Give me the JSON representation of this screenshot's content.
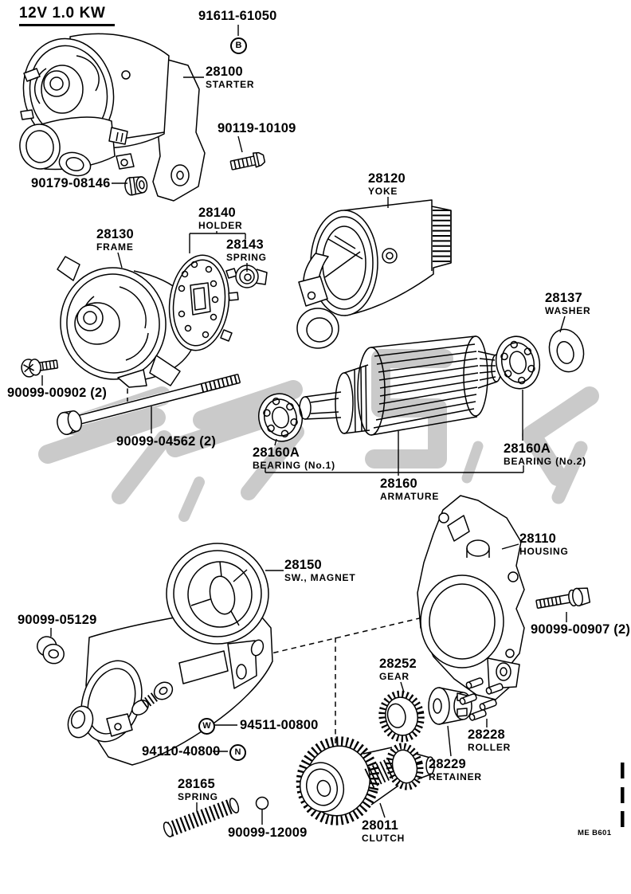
{
  "page": {
    "spec_title": "12V  1.0 KW",
    "sheet_code": "ME B601",
    "background": "#ffffff",
    "line_color": "#000000",
    "watermark_color": "#cacaca"
  },
  "parts": [
    {
      "part_no": "91611-61050",
      "symbol": "B"
    },
    {
      "part_no": "28100",
      "name": "STARTER"
    },
    {
      "part_no": "90119-10109"
    },
    {
      "part_no": "90179-08146"
    },
    {
      "part_no": "28130",
      "name": "FRAME"
    },
    {
      "part_no": "28140",
      "name": "HOLDER"
    },
    {
      "part_no": "28143",
      "name": "SPRING"
    },
    {
      "part_no": "28120",
      "name": "YOKE"
    },
    {
      "part_no": "28137",
      "name": "WASHER"
    },
    {
      "part_no": "90099-00902 (2)"
    },
    {
      "part_no": "90099-04562 (2)"
    },
    {
      "part_no": "28160A",
      "name": "BEARING (No.1)"
    },
    {
      "part_no": "28160A",
      "name": "BEARING (No.2)"
    },
    {
      "part_no": "28160",
      "name": "ARMATURE"
    },
    {
      "part_no": "28110",
      "name": "HOUSING"
    },
    {
      "part_no": "28150",
      "name": "SW., MAGNET"
    },
    {
      "part_no": "90099-05129"
    },
    {
      "part_no": "90099-00907 (2)"
    },
    {
      "part_no": "28252",
      "name": "GEAR"
    },
    {
      "part_no": "94511-00800",
      "symbol": "W"
    },
    {
      "part_no": "94110-40800",
      "symbol": "N"
    },
    {
      "part_no": "28228",
      "name": "ROLLER"
    },
    {
      "part_no": "28229",
      "name": "RETAINER"
    },
    {
      "part_no": "28011",
      "name": "CLUTCH"
    },
    {
      "part_no": "28165",
      "name": "SPRING"
    },
    {
      "part_no": "90099-12009"
    }
  ]
}
